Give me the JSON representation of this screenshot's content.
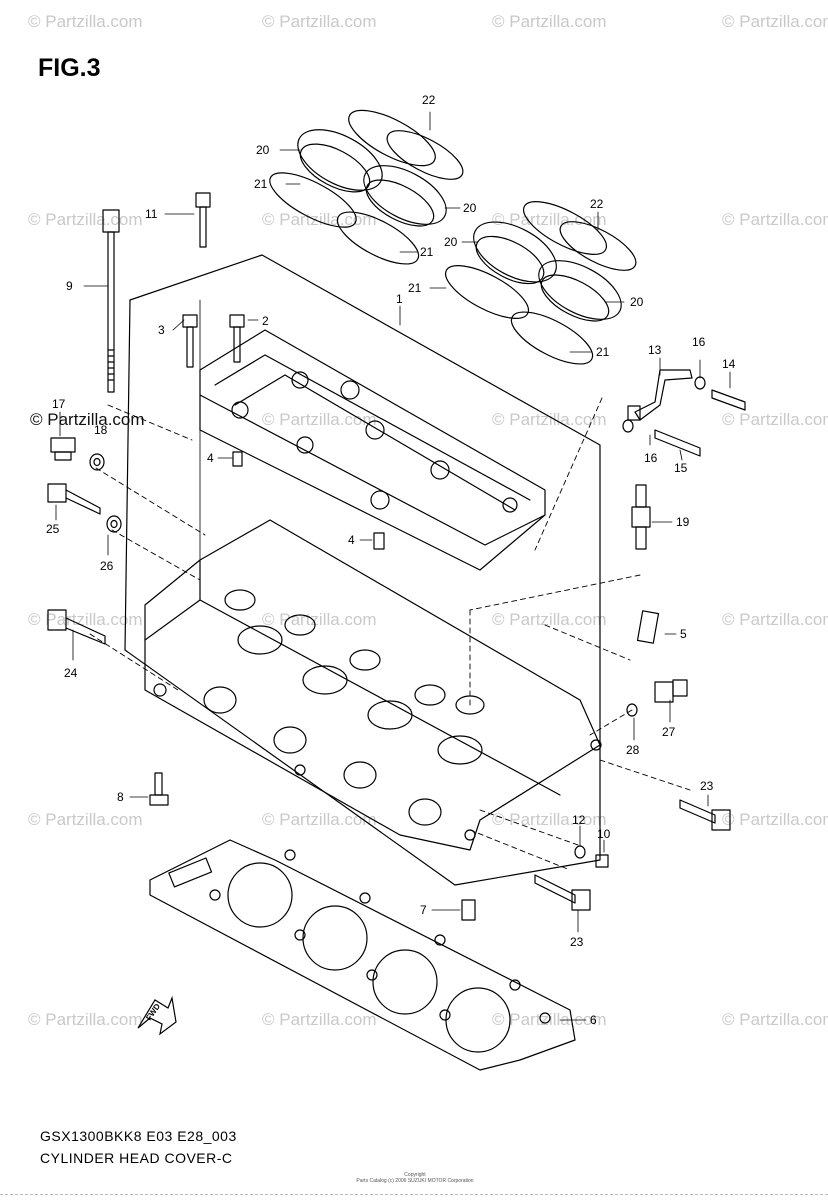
{
  "figure": {
    "title": "FIG.3"
  },
  "watermark": {
    "text": "© Partzilla.com",
    "color": "#c9c9c9"
  },
  "caption": {
    "line1": "GSX1300BKK8 E03 E28_003",
    "line2": "CYLINDER HEAD COVER-C"
  },
  "copyright": {
    "line1": "Copyright",
    "line2": "Parts Catalog (c) 2006 SUZUKI MOTOR Corporation"
  },
  "fwd_badge": {
    "text": "FWD"
  },
  "callouts": {
    "c1": "1",
    "c2": "2",
    "c3": "3",
    "c4a": "4",
    "c4b": "4",
    "c5": "5",
    "c6": "6",
    "c7": "7",
    "c8": "8",
    "c9": "9",
    "c10": "10",
    "c11": "11",
    "c12": "12",
    "c13": "13",
    "c14": "14",
    "c15": "15",
    "c16a": "16",
    "c16b": "16",
    "c17": "17",
    "c18": "18",
    "c19": "19",
    "c20a": "20",
    "c20b": "20",
    "c20c": "20",
    "c20d": "20",
    "c21a": "21",
    "c21b": "21",
    "c21c": "21",
    "c21d": "21",
    "c22a": "22",
    "c22b": "22",
    "c23a": "23",
    "c23b": "23",
    "c24": "24",
    "c25": "25",
    "c26": "26",
    "c27": "27",
    "c28": "28"
  }
}
